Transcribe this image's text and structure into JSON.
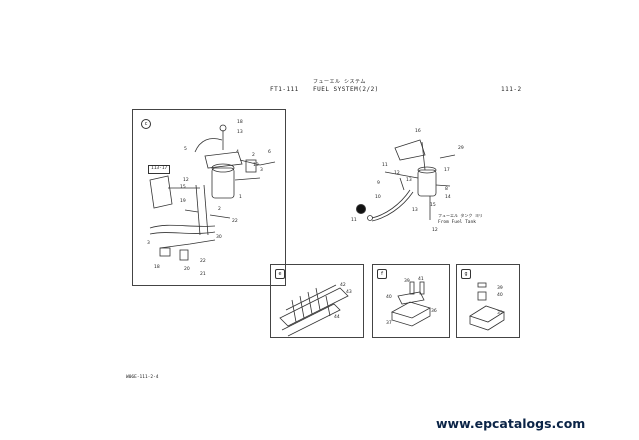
{
  "header": {
    "code": "FT1-111",
    "title_jp": "フューエル システム",
    "title": "FUEL SYSTEM(2/2)",
    "page": "111-2"
  },
  "panels": {
    "c": {
      "tag": "c",
      "ref": "113-17"
    },
    "right_diagram": {
      "note_jp": "フューエル タンク ヨリ",
      "note": "From Fuel Tank"
    },
    "e": {
      "tag": "e"
    },
    "f": {
      "tag": "f"
    },
    "g": {
      "tag": "g"
    }
  },
  "part_numbers": {
    "c": [
      "18",
      "13",
      "5",
      "4",
      "2",
      "6",
      "13",
      "3",
      "12",
      "1",
      "15",
      "22",
      "19",
      "2",
      "30",
      "3",
      "18",
      "20",
      "21",
      "22"
    ],
    "right": [
      "16",
      "29",
      "11",
      "17",
      "12",
      "13",
      "8",
      "9",
      "14",
      "11",
      "10",
      "13",
      "12",
      "15"
    ],
    "e": [
      "42",
      "43",
      "44"
    ],
    "f": [
      "39",
      "41",
      "40",
      "36",
      "37"
    ],
    "g": [
      "39",
      "40",
      "35"
    ]
  },
  "footer": {
    "doc_ref": "W06E-111-2-4",
    "watermark": "www.epcatalogs.com"
  }
}
